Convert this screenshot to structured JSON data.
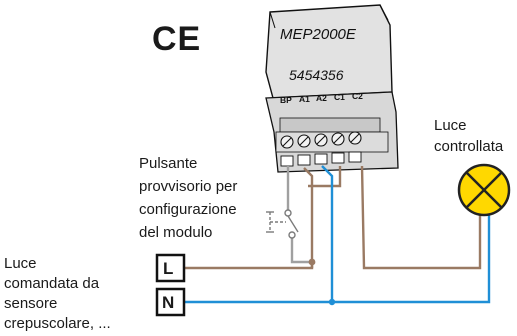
{
  "ce_mark": "CE",
  "module": {
    "model": "MEP2000E",
    "code": "5454356",
    "pins": [
      "BP",
      "A1",
      "A2",
      "C1",
      "C2"
    ]
  },
  "labels": {
    "pushbutton": [
      "Pulsante",
      "provvisorio per",
      "configurazione",
      "del modulo"
    ],
    "lamp_sensor": [
      "Luce",
      "comandata da",
      "sensore",
      "crepuscolare, ..."
    ],
    "lamp_controlled": [
      "Luce",
      "controllata"
    ]
  },
  "terminals": {
    "line": "L",
    "neutral": "N"
  },
  "colors": {
    "live_wire": "#9a7a63",
    "neutral_wire": "#1f8fd6",
    "pushbutton_wire": "#a0a0a0",
    "lamp_fill": "#ffd800",
    "module_fill": "#e6e6e6"
  }
}
